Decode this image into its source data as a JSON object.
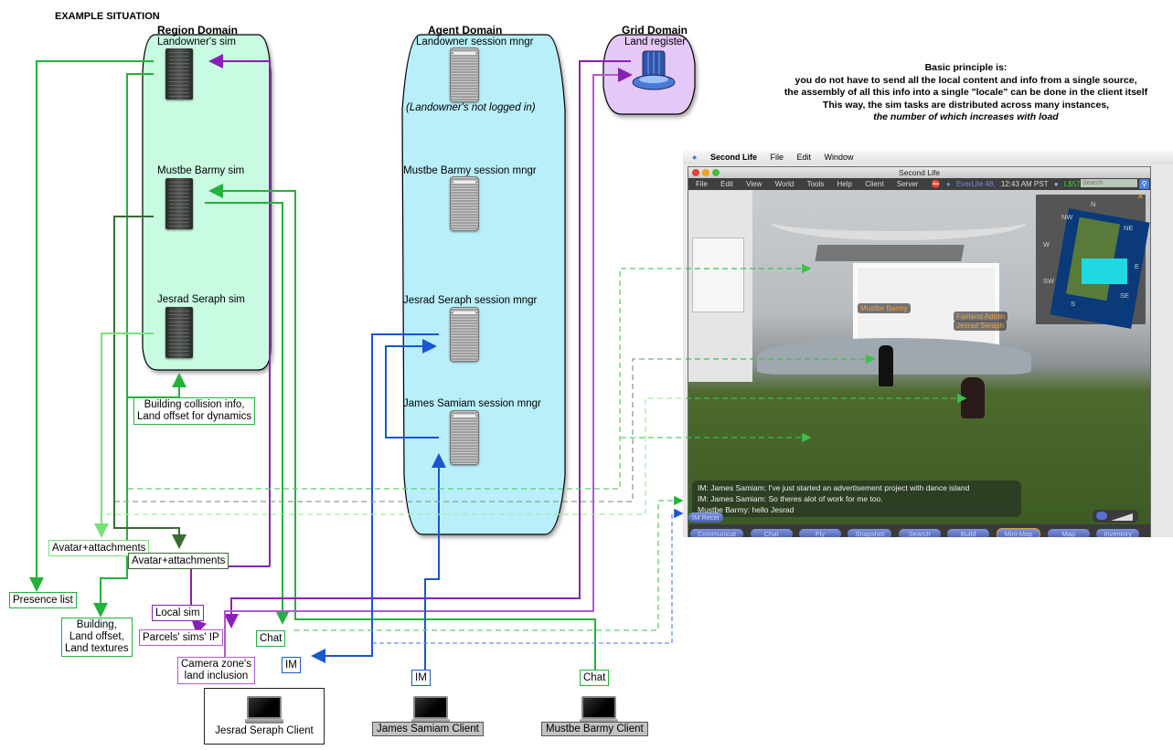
{
  "diagram": {
    "title": "EXAMPLE SITUATION",
    "principle": {
      "heading": "Basic principle is:",
      "lines": [
        "you do not have to send all the local content and info from a single source,",
        "the assembly of all this info into a single \"locale\" can be done in the client itself",
        "This way, the sim tasks are distributed across many instances,"
      ],
      "emphasis": "the number of which increases with load"
    },
    "domains": {
      "region": {
        "title": "Region Domain",
        "color": "#c8fbe2",
        "nodes": [
          "Landowner's sim",
          "Mustbe Barmy sim",
          "Jesrad Seraph sim"
        ]
      },
      "agent": {
        "title": "Agent Domain",
        "color": "#b8effb",
        "nodes": [
          "Landowner session mngr",
          "Mustbe Barmy session mngr",
          "Jesrad Seraph session mngr",
          "James Samiam session mngr"
        ],
        "note": "(Landowner's not logged in)"
      },
      "grid": {
        "title": "Grid Domain",
        "color": "#e4c8f8",
        "nodes": [
          "Land register"
        ]
      }
    },
    "labels": {
      "building_collision": [
        "Building collision info,",
        "Land offset for dynamics"
      ],
      "avatar_attachments_1": "Avatar+attachments",
      "avatar_attachments_2": "Avatar+attachments",
      "presence_list": "Presence list",
      "building_land": [
        "Building,",
        "Land offset,",
        "Land textures"
      ],
      "local_sim": "Local sim",
      "parcels_ip": "Parcels' sims' IP",
      "camera_zone": [
        "Camera zone's",
        "land inclusion"
      ],
      "chat_jesrad": "Chat",
      "im_jesrad": "IM",
      "im_james": "IM",
      "chat_mustbe": "Chat"
    },
    "clients": [
      "Jesrad Seraph Client",
      "James Samiam Client",
      "Mustbe Barmy Client"
    ],
    "colors": {
      "green": "#22b33a",
      "light_green": "#79e079",
      "dark_green": "#3a6b32",
      "purple": "#8a1fb5",
      "blue": "#1a56d0",
      "dashed_blue": "#6a8ee0"
    }
  },
  "second_life": {
    "os_menu": [
      "Second Life",
      "File",
      "Edit",
      "Window"
    ],
    "window_title": "Second Life",
    "app_menu": [
      "File",
      "Edit",
      "View",
      "World",
      "Tools",
      "Help",
      "Client",
      "Server"
    ],
    "location": "EverLite 48,",
    "time": "12:43 AM PST",
    "balance": "L$57,879",
    "search_placeholder": "Search",
    "minimap_compass": [
      "N",
      "NE",
      "E",
      "SE",
      "S",
      "SW",
      "W",
      "NW"
    ],
    "avatar_labels": [
      "Mustbe Barmy",
      "Fairland Admin",
      "Jesrad Seraph"
    ],
    "chat_lines": [
      "IM: James Samiam: I've just started an advertisement project with dance island",
      "IM: James Samiam: So theres alot of work for me too.",
      "Mustbe Barmy: hello Jesrad"
    ],
    "im_received": "IM Recei",
    "toolbar": [
      "Communicat",
      "Chat",
      "Fly",
      "Snapshot",
      "Search",
      "Build",
      "Mini-Map",
      "Map",
      "Inventory"
    ],
    "active_button": "Mini-Map"
  }
}
